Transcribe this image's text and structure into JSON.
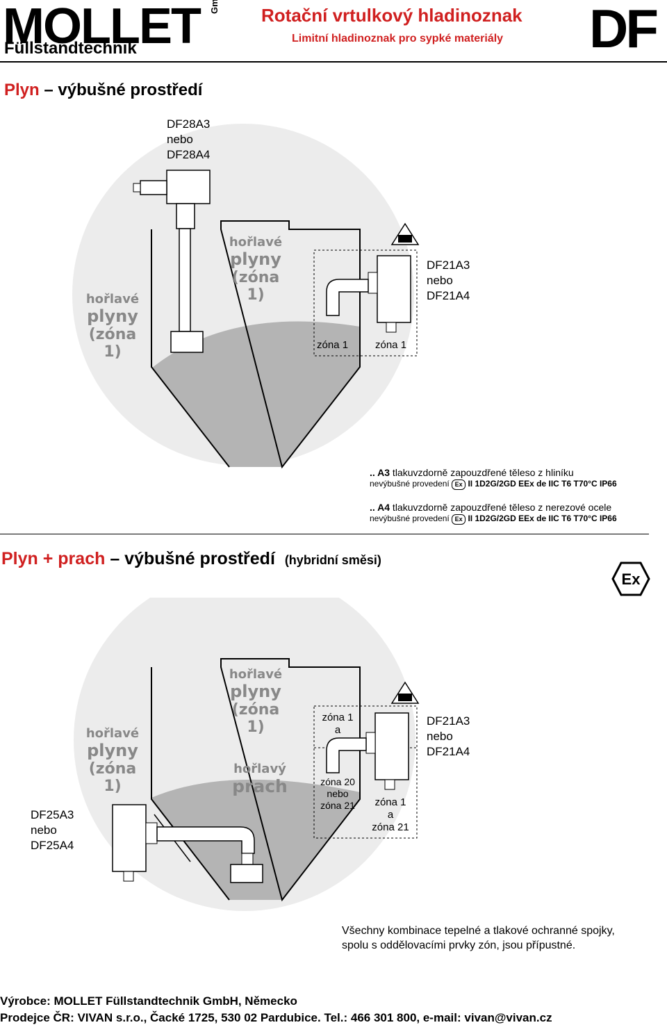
{
  "header": {
    "logo_main": "MOLLET",
    "logo_sub": "Füllstandtechnik",
    "logo_gmbh": "GmbH",
    "title": "Rotační vrtulkový hladinoznak",
    "subtitle": "Limitní hladinoznak pro sypké materiály",
    "df_logo": "DF"
  },
  "section1": {
    "heading_red": "Plyn",
    "heading_rest": " – výbušné prostředí",
    "top_model": [
      "DF28A3",
      "nebo",
      "DF28A4"
    ],
    "side_model": [
      "DF21A3",
      "nebo",
      "DF21A4"
    ],
    "left_gas": [
      "hořlavé",
      "plyny",
      "(zóna 1)"
    ],
    "top_gas": [
      "hořlavé",
      "plyny",
      "(zóna 1)"
    ],
    "zone_a": "zóna 1",
    "zone_b": "zóna 1",
    "ex_label": "EX",
    "note_a3_head": ".. A3",
    "note_a3_text": " tlakuvzdorně zapouzdřené těleso z hliníku",
    "note_a4_head": ".. A4",
    "note_a4_text": " tlakuvzdorně zapouzdřené těleso z nerezové ocele",
    "note_prov": "nevýbušné provedení",
    "note_cert": "II 1D2G/2GD   EEx de IIC T6 T70°C IP66"
  },
  "section2": {
    "heading_red": "Plyn + prach",
    "heading_rest": " – výbušné prostředí",
    "heading_small": "(hybridní směsi)",
    "left_gas": [
      "hořlavé",
      "plyny",
      "(zóna 1)"
    ],
    "top_gas": [
      "hořlavé",
      "plyny",
      "(zóna 1)"
    ],
    "dust": [
      "hořlavý",
      "prach"
    ],
    "left_model": [
      "DF25A3",
      "nebo",
      "DF25A4"
    ],
    "side_model": [
      "DF21A3",
      "nebo",
      "DF21A4"
    ],
    "zone_top": [
      "zóna 1",
      "a"
    ],
    "zone_mid": [
      "zóna 20",
      "nebo",
      "zóna 21"
    ],
    "zone_right": [
      "zóna 1",
      "a",
      "zóna 21"
    ],
    "ex_label": "EX",
    "all_comb": [
      "Všechny kombinace tepelné a tlakové ochranné spojky,",
      "spolu s oddělovacími prvky zón, jsou přípustné."
    ]
  },
  "footer": {
    "line1": "Výrobce: MOLLET Füllstandtechnik GmbH, Německo",
    "line2": "Prodejce ČR: VIVAN s.r.o., Čacké 1725, 530 02 Pardubice. Tel.: 466 301 800, e-mail: vivan@vivan.cz"
  },
  "colors": {
    "accent_red": "#d02020",
    "material_gray": "#b4b4b4",
    "circle_gray": "#ececec"
  }
}
